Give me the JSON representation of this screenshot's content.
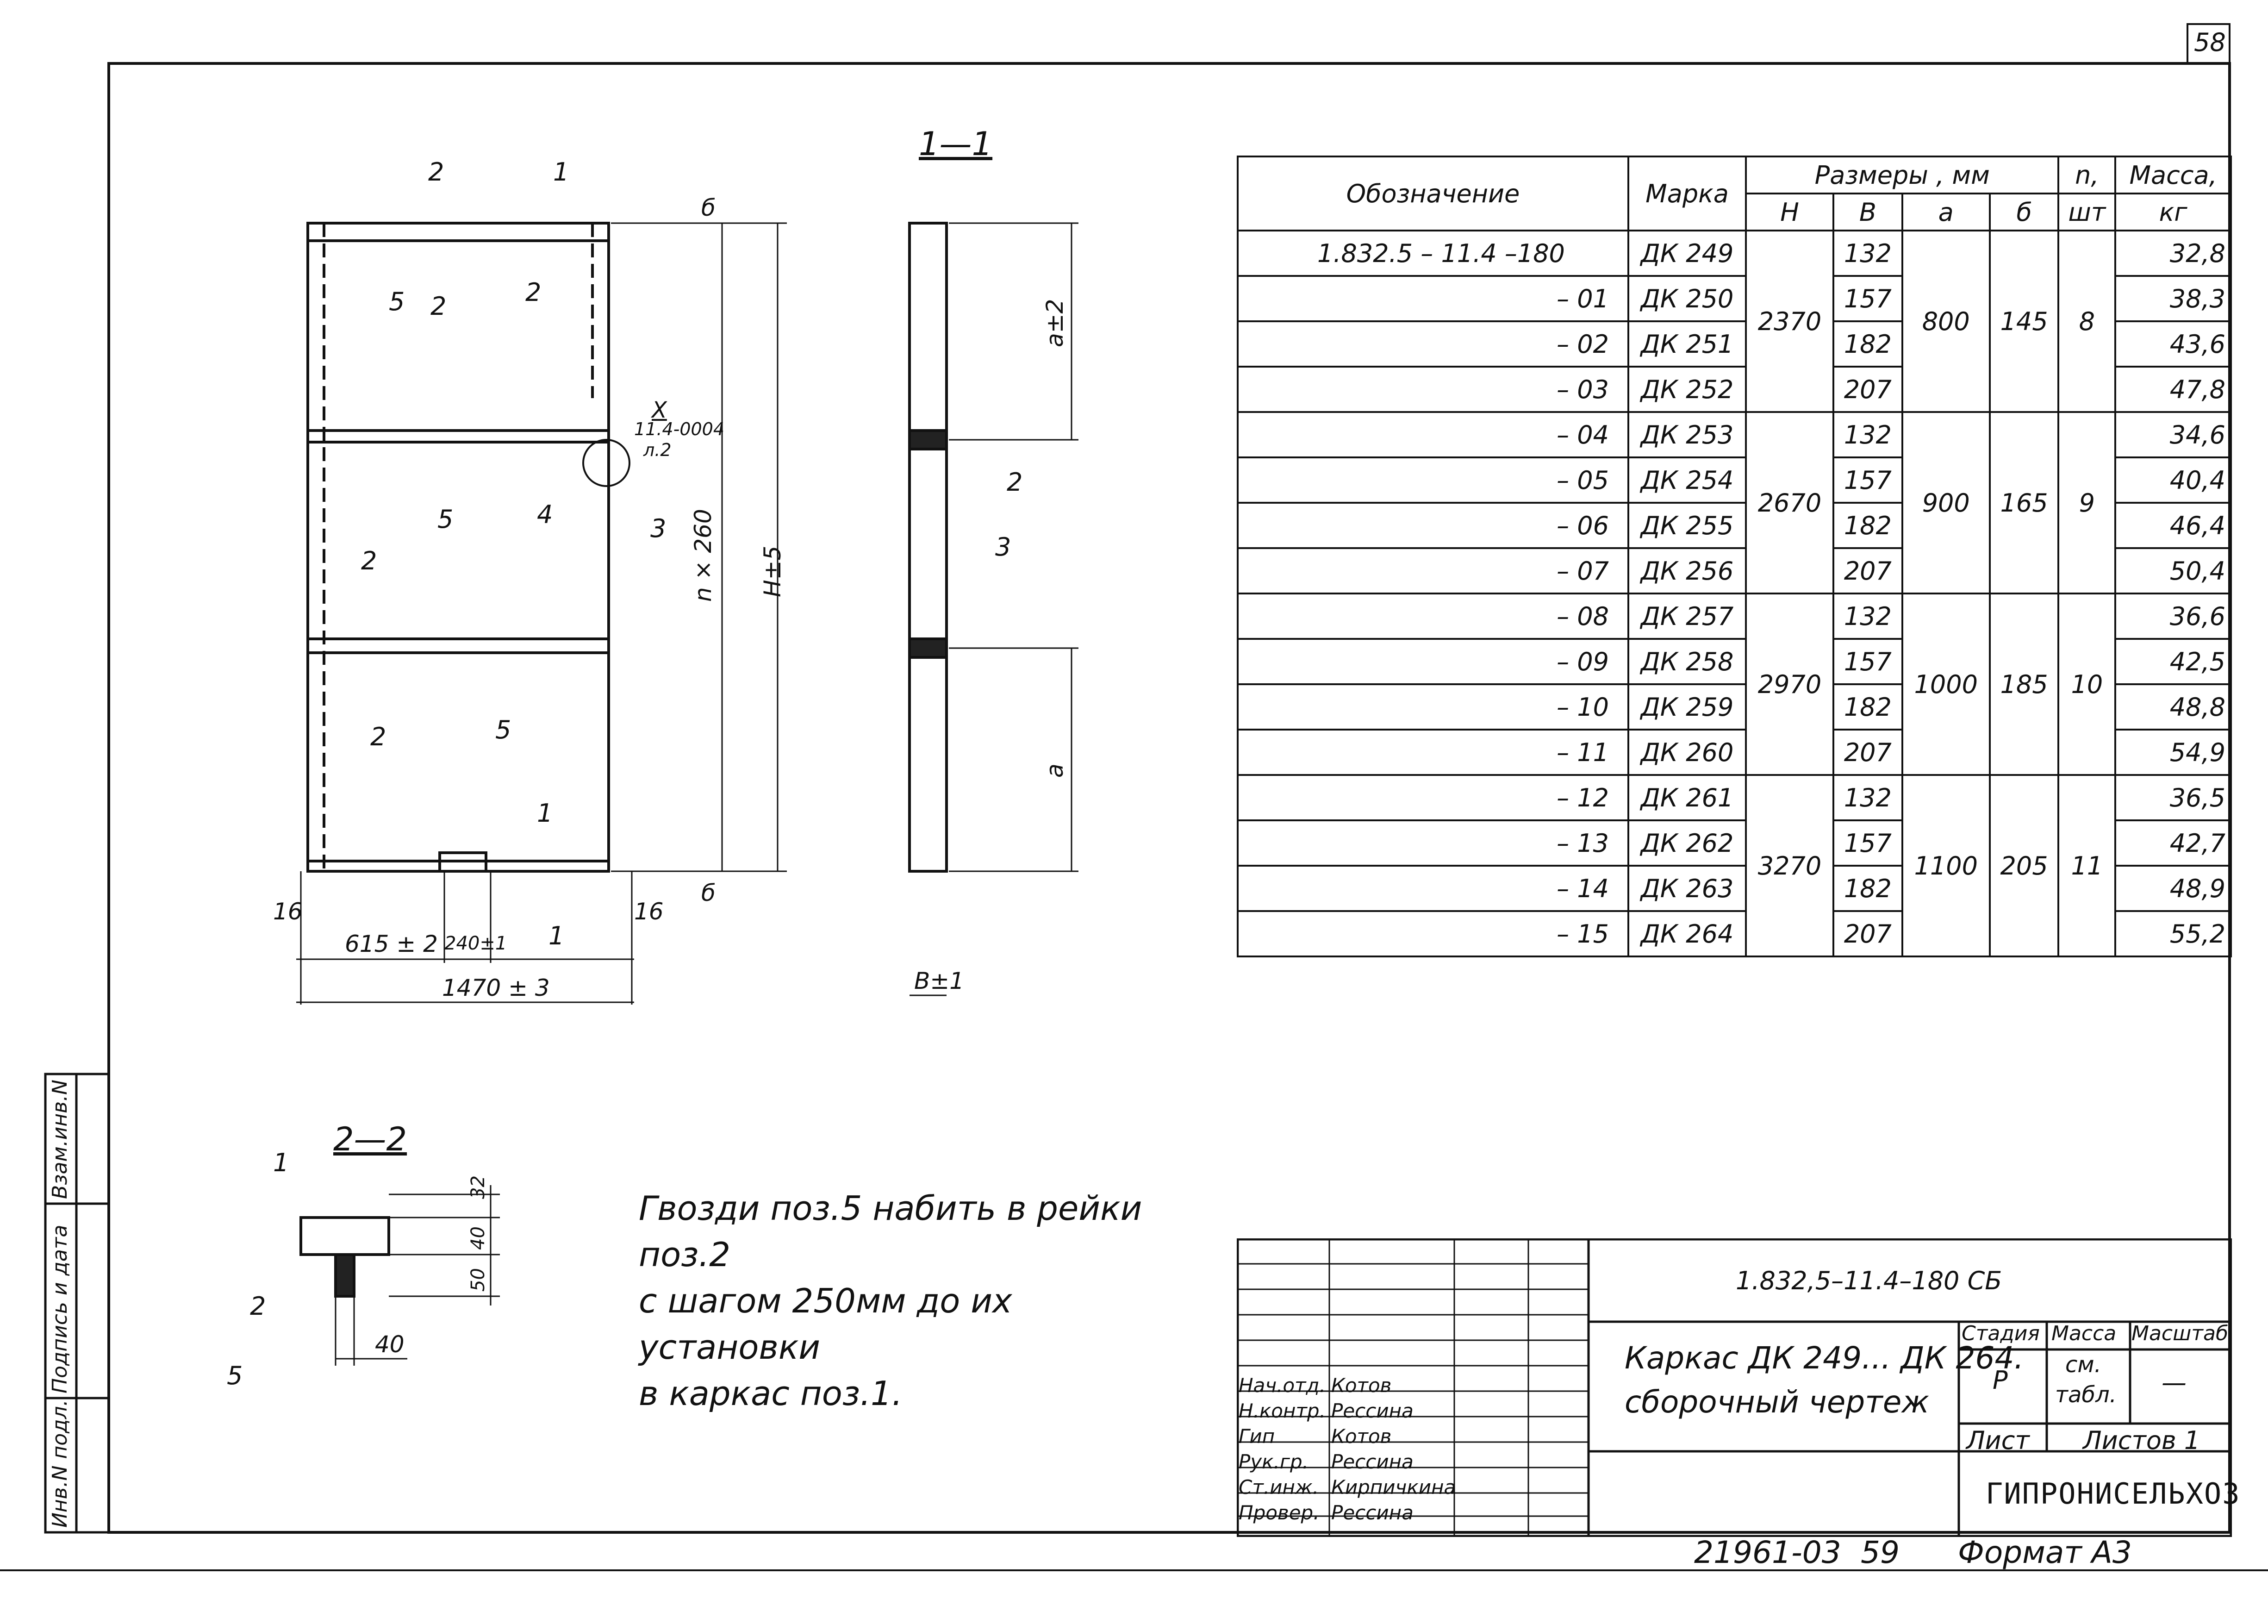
{
  "sheet_number": "58",
  "sections": {
    "section_1_1": "1—1",
    "section_2_2": "2—2",
    "node_label": "X",
    "node_ref": "11.4-0004",
    "node_ref_sheet": "л.2"
  },
  "main_view": {
    "dims": {
      "left_edge": "16",
      "right_edge": "16",
      "width_half": "615 ± 2",
      "gap": "240±1",
      "total_width": "1470 ± 3",
      "vertical_b_top": "б",
      "vertical_b_bottom": "б",
      "vertical_n": "n × 260",
      "vertical_h": "H±5"
    },
    "labels": [
      "2",
      "1",
      "5",
      "2",
      "2",
      "5",
      "4",
      "3",
      "2",
      "5",
      "2",
      "1",
      "1"
    ]
  },
  "section_view": {
    "dims": {
      "a_top": "a±2",
      "a_bottom": "a",
      "b": "B±1"
    },
    "labels": [
      "2",
      "3"
    ]
  },
  "section_2_2_view": {
    "dims": {
      "d32": "32",
      "d40": "40",
      "d50": "50",
      "width": "40"
    },
    "labels": [
      "1",
      "2",
      "5"
    ]
  },
  "spec_table": {
    "headers": {
      "designation": "Обозначение",
      "mark": "Марка",
      "dimensions": "Размеры , мм",
      "h": "Н",
      "b": "В",
      "a": "а",
      "b2": "б",
      "n": "n,",
      "n_unit": "шт",
      "mass": "Масса,",
      "mass_unit": "кг"
    },
    "groups": [
      {
        "h": "2370",
        "a": "800",
        "b": "145",
        "n": "8",
        "rows": [
          {
            "label": "1.832.5 – 11.4 –180",
            "mark": "ДК 249",
            "B": "132",
            "mass": "32,8"
          },
          {
            "label": "– 01",
            "mark": "ДК 250",
            "B": "157",
            "mass": "38,3"
          },
          {
            "label": "– 02",
            "mark": "ДК 251",
            "B": "182",
            "mass": "43,6"
          },
          {
            "label": "– 03",
            "mark": "ДК 252",
            "B": "207",
            "mass": "47,8"
          }
        ]
      },
      {
        "h": "2670",
        "a": "900",
        "b": "165",
        "n": "9",
        "rows": [
          {
            "label": "– 04",
            "mark": "ДК 253",
            "B": "132",
            "mass": "34,6"
          },
          {
            "label": "– 05",
            "mark": "ДК 254",
            "B": "157",
            "mass": "40,4"
          },
          {
            "label": "– 06",
            "mark": "ДК 255",
            "B": "182",
            "mass": "46,4"
          },
          {
            "label": "– 07",
            "mark": "ДК 256",
            "B": "207",
            "mass": "50,4"
          }
        ]
      },
      {
        "h": "2970",
        "a": "1000",
        "b": "185",
        "n": "10",
        "rows": [
          {
            "label": "– 08",
            "mark": "ДК 257",
            "B": "132",
            "mass": "36,6"
          },
          {
            "label": "– 09",
            "mark": "ДК 258",
            "B": "157",
            "mass": "42,5"
          },
          {
            "label": "– 10",
            "mark": "ДК 259",
            "B": "182",
            "mass": "48,8"
          },
          {
            "label": "– 11",
            "mark": "ДК 260",
            "B": "207",
            "mass": "54,9"
          }
        ]
      },
      {
        "h": "3270",
        "a": "1100",
        "b": "205",
        "n": "11",
        "rows": [
          {
            "label": "– 12",
            "mark": "ДК 261",
            "B": "132",
            "mass": "36,5"
          },
          {
            "label": "– 13",
            "mark": "ДК 262",
            "B": "157",
            "mass": "42,7"
          },
          {
            "label": "– 14",
            "mark": "ДК 263",
            "B": "182",
            "mass": "48,9"
          },
          {
            "label": "– 15",
            "mark": "ДК 264",
            "B": "207",
            "mass": "55,2"
          }
        ]
      }
    ]
  },
  "note": {
    "line1": "Гвозди поз.5 набить в рейки поз.2",
    "line2": "с шагом 250мм до их установки",
    "line3": "в каркас поз.1."
  },
  "title_block": {
    "doc_code": "1.832,5–11.4–180 СБ",
    "title_line1": "Каркас ДК 249... ДК 264.",
    "title_line2": "сборочный чертеж",
    "stage_h": "Стадия",
    "mass_h": "Масса",
    "scale_h": "Масштаб",
    "stage": "Р",
    "mass_line1": "см.",
    "mass_line2": "табл.",
    "scale": "—",
    "sheet_h": "Лист",
    "sheets_h": "Листов 1",
    "org": "ГИПРОНИСЕЛЬХОЗ",
    "people": [
      {
        "role": "Нач.отд.",
        "name": "Котов"
      },
      {
        "role": "Н.контр.",
        "name": "Рессина"
      },
      {
        "role": "Гип",
        "name": "Котов"
      },
      {
        "role": "Рук.гр.",
        "name": "Рессина"
      },
      {
        "role": "Ст.инж.",
        "name": "Кирпичкина"
      },
      {
        "role": "Провер.",
        "name": "Рессина"
      }
    ]
  },
  "side_strip": {
    "inv_podl": "Инв.N подл.",
    "podpis": "Подпись и дата",
    "vzam": "Взам.инв.N"
  },
  "bottom": {
    "code": "21961-03",
    "page": "59",
    "format": "Формат А3"
  }
}
